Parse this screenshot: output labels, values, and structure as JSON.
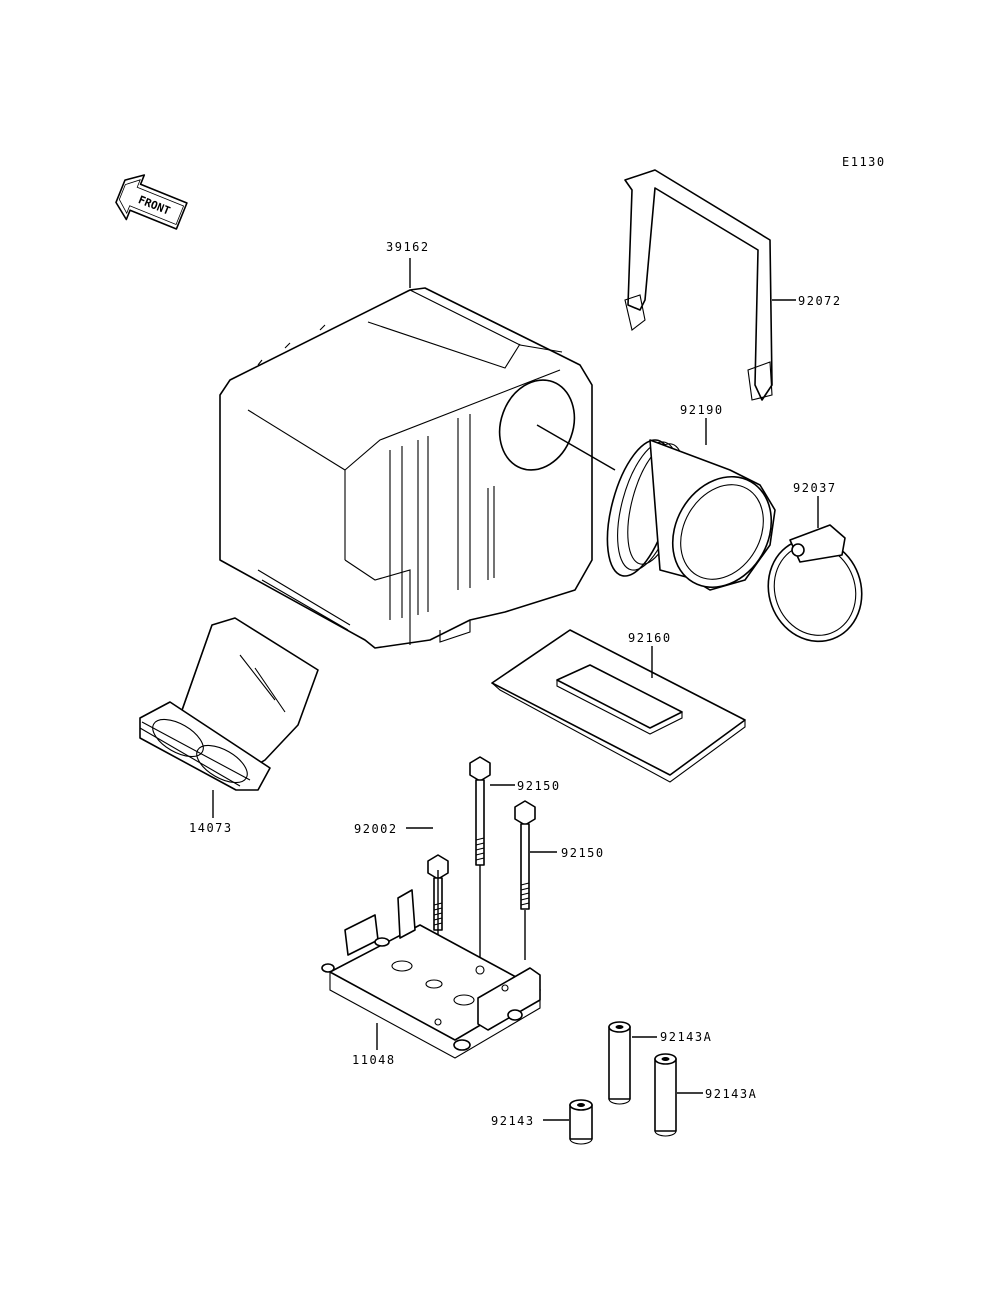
{
  "diagram": {
    "ref_code": "E1130",
    "front_label": "FRONT",
    "part_numbers": {
      "air_cleaner_housing": "39162",
      "strap": "92072",
      "duct": "92190",
      "clamp": "92037",
      "pad": "92160",
      "carb_holder": "14073",
      "bolt_long_1": "92150",
      "bolt_long_2": "92150",
      "bolt_short": "92002",
      "bracket": "11048",
      "collar_1": "92143A",
      "collar_2": "92143A",
      "collar_short": "92143"
    }
  }
}
